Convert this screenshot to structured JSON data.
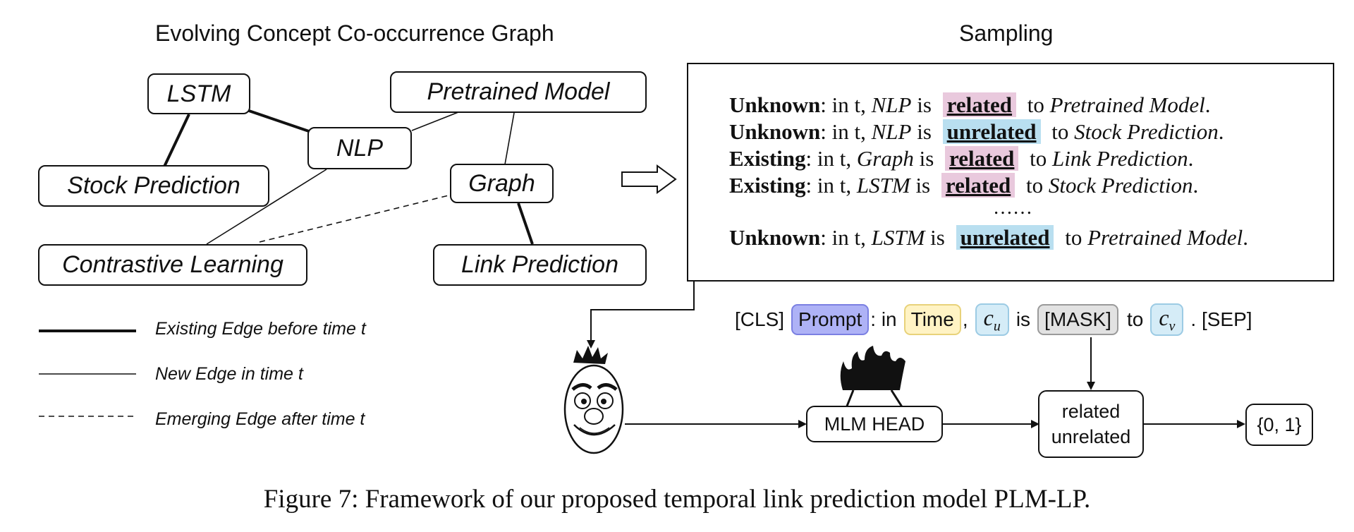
{
  "graph": {
    "title": "Evolving Concept Co-occurrence Graph",
    "nodes": {
      "lstm": "LSTM",
      "pretrained": "Pretrained Model",
      "nlp": "NLP",
      "stock": "Stock Prediction",
      "graph": "Graph",
      "contrastive": "Contrastive Learning",
      "link": "Link Prediction"
    },
    "legend": {
      "existing": "Existing Edge before time t",
      "new": "New Edge in time t",
      "emerging": "Emerging Edge after time t"
    }
  },
  "sampling": {
    "title": "Sampling",
    "lines": [
      {
        "status": "Unknown",
        "mid": ": in t, ",
        "c1": "NLP",
        "is": " is ",
        "tag": "related",
        "to": " to ",
        "c2": "Pretrained Model",
        "end": "."
      },
      {
        "status": "Unknown",
        "mid": ": in t, ",
        "c1": "NLP",
        "is": " is ",
        "tag": "unrelated",
        "to": " to ",
        "c2": "Stock Prediction",
        "end": "."
      },
      {
        "status": "Existing",
        "mid": ": in t, ",
        "c1": "Graph",
        "is": " is ",
        "tag": "related",
        "to": " to ",
        "c2": "Link Prediction",
        "end": "."
      },
      {
        "status": "Existing",
        "mid": ": in t, ",
        "c1": "LSTM",
        "is": " is ",
        "tag": "related",
        "to": " to ",
        "c2": "Stock Prediction",
        "end": "."
      },
      {
        "status": "Unknown",
        "mid": ": in t, ",
        "c1": "LSTM",
        "is": " is ",
        "tag": "unrelated",
        "to": " to ",
        "c2": "Pretrained Model",
        "end": "."
      }
    ],
    "ellipsis": "……"
  },
  "template": {
    "cls": "[CLS]",
    "prompt": "Prompt",
    "in": ": in",
    "time": "Time",
    "comma": ",",
    "cu": "c",
    "cu_sub": "u",
    "is": "is",
    "mask": "[MASK]",
    "to": "to",
    "cv": "c",
    "cv_sub": "v",
    "sep": ". [SEP]"
  },
  "pipeline": {
    "mlm_head": "MLM HEAD",
    "related": "related",
    "unrelated": "unrelated",
    "output": "{0, 1}"
  },
  "caption": "Figure 7: Framework of our proposed temporal link prediction model PLM-LP."
}
